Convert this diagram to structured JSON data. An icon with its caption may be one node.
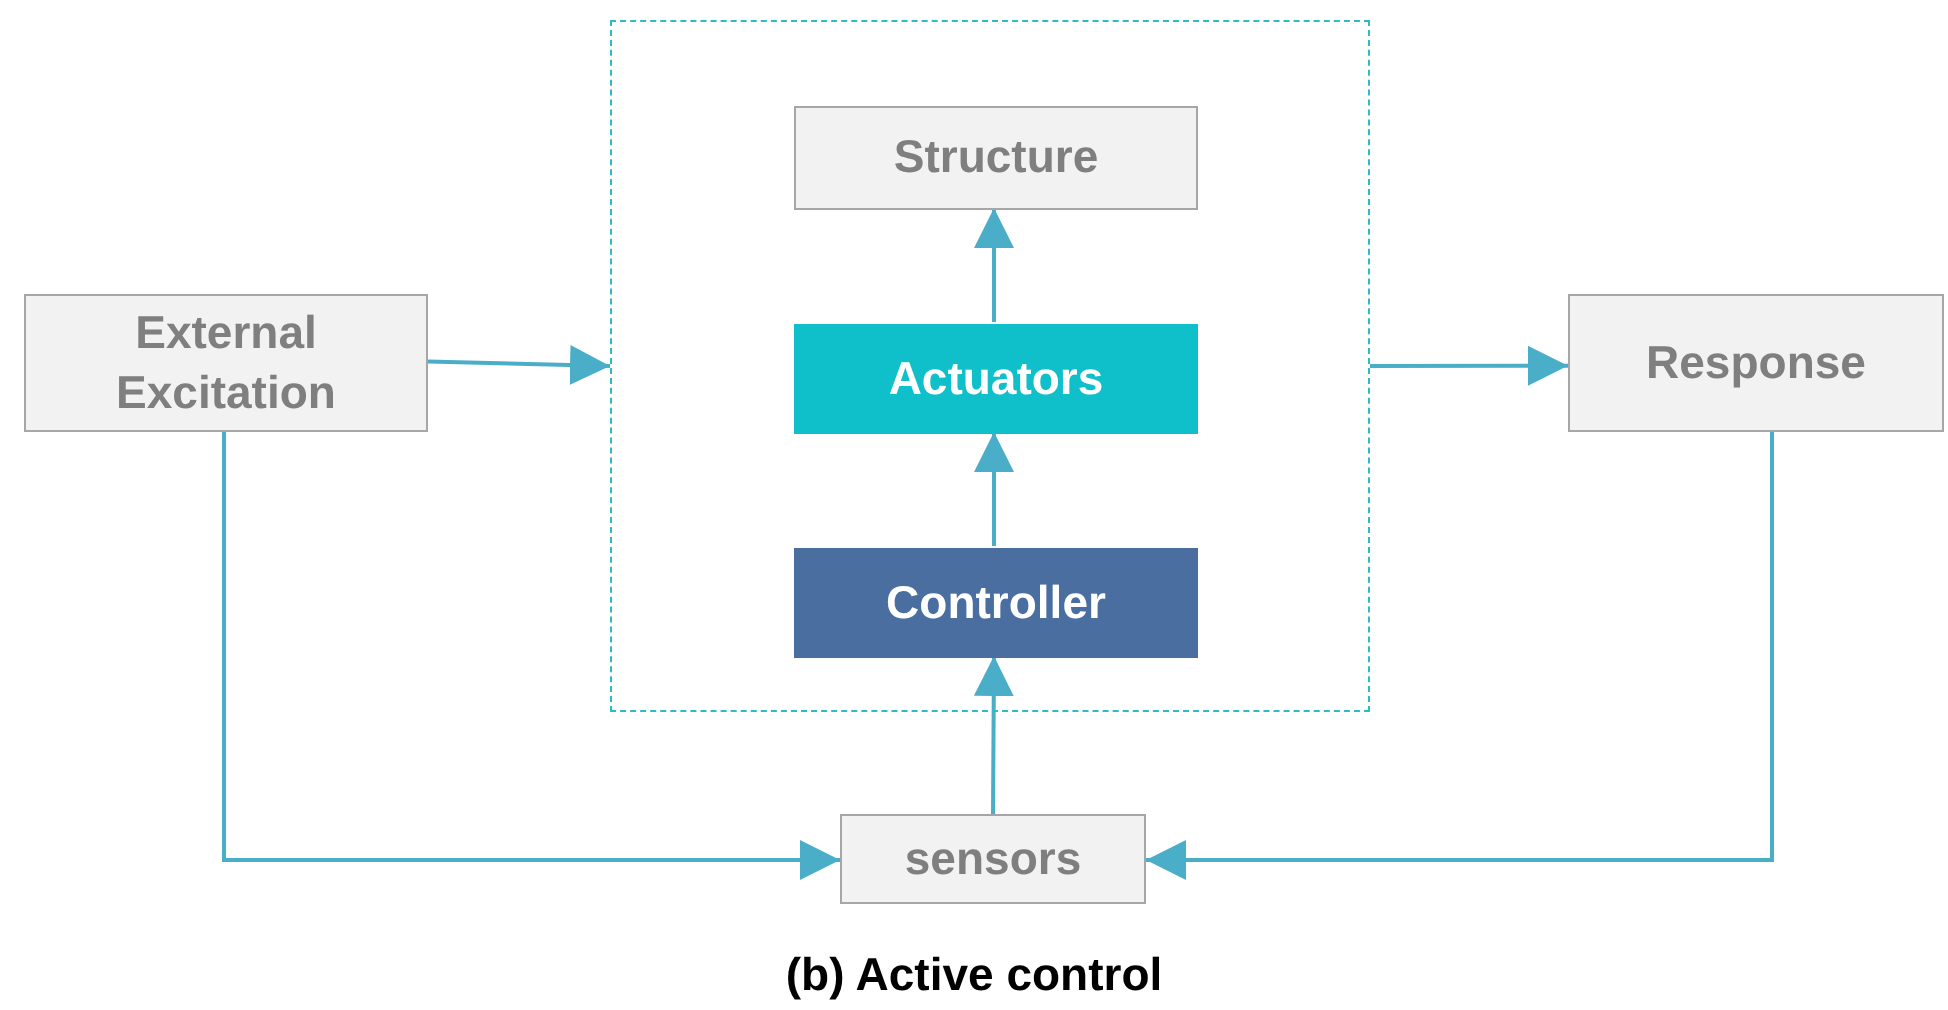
{
  "diagram": {
    "caption": "(b) Active control",
    "nodes": [
      {
        "text": [
          "External Excitation"
        ]
      },
      {
        "text": [],
        "shape": "box"
      },
      {
        "text": [
          "Structure"
        ],
        "in": 1
      },
      {
        "text": [
          "Actuators"
        ],
        "in": 1
      },
      {
        "text": [
          "Controller"
        ],
        "in": 1
      },
      {
        "text": [
          "Response"
        ]
      },
      {
        "text": [
          "sensors"
        ]
      }
    ],
    "edges": [
      {
        "from": 0,
        "to": 1,
        "arrow": "to"
      },
      {
        "from": 1,
        "to": 5,
        "arrow": "to"
      },
      {
        "from": 3,
        "to": 2,
        "arrow": "to"
      },
      {
        "from": 4,
        "to": 3,
        "arrow": "to"
      },
      {
        "from": 6,
        "to": 4,
        "arrow": "to"
      },
      {
        "from": 0,
        "to": 6,
        "arrow": "to"
      },
      {
        "from": 5,
        "to": 6,
        "arrow": "to"
      }
    ]
  }
}
